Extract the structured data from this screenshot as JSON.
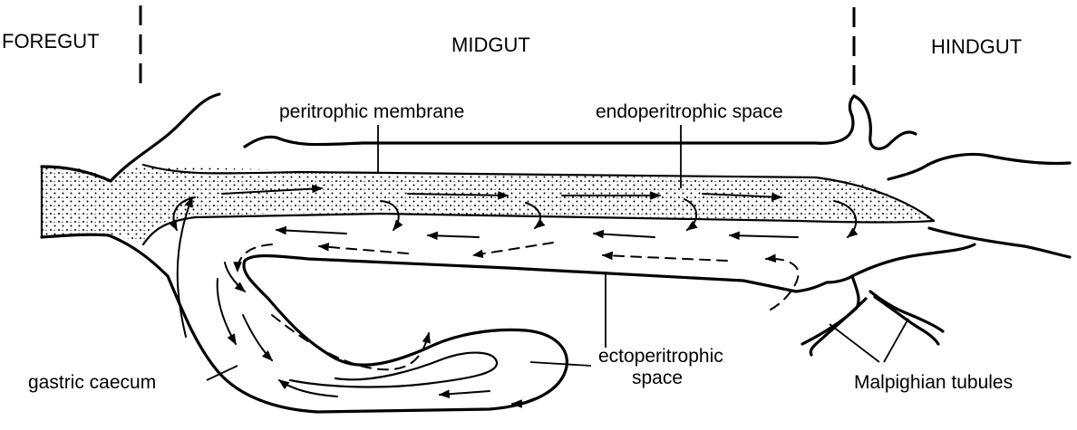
{
  "regions": {
    "foregut": "FOREGUT",
    "midgut": "MIDGUT",
    "hindgut": "HINDGUT"
  },
  "labels": {
    "peritrophic_membrane": "peritrophic membrane",
    "endoperitrophic_space": "endoperitrophic space",
    "ectoperitrophic_line1": "ectoperitrophic",
    "ectoperitrophic_line2": "space",
    "gastric_caecum": "gastric caecum",
    "malpighian_tubules": "Malpighian tubules"
  },
  "colors": {
    "ink": "#000000",
    "background": "#ffffff"
  }
}
